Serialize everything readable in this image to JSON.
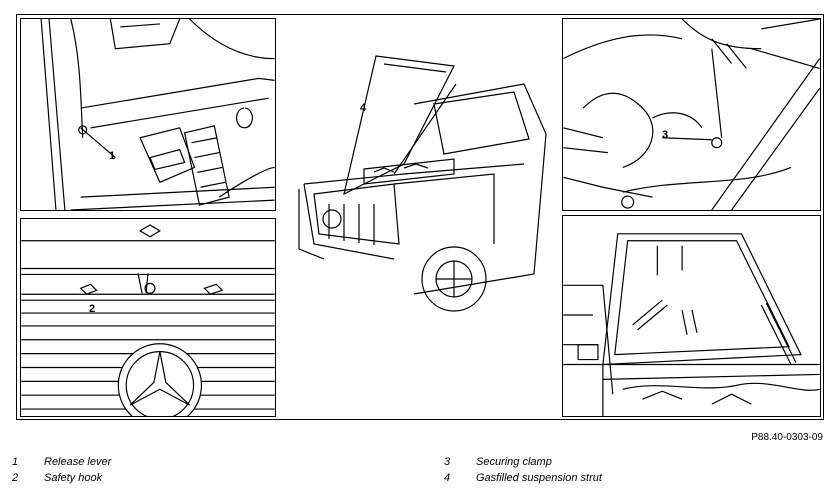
{
  "callouts": {
    "c1": "1",
    "c2": "2",
    "c3": "3",
    "c4": "4"
  },
  "reference": "P88.40-0303-09",
  "legend": [
    {
      "num": "1",
      "label": "Release lever"
    },
    {
      "num": "2",
      "label": "Safety hook"
    },
    {
      "num": "3",
      "label": "Securing clamp"
    },
    {
      "num": "4",
      "label": "Gasfilled suspension strut"
    }
  ]
}
